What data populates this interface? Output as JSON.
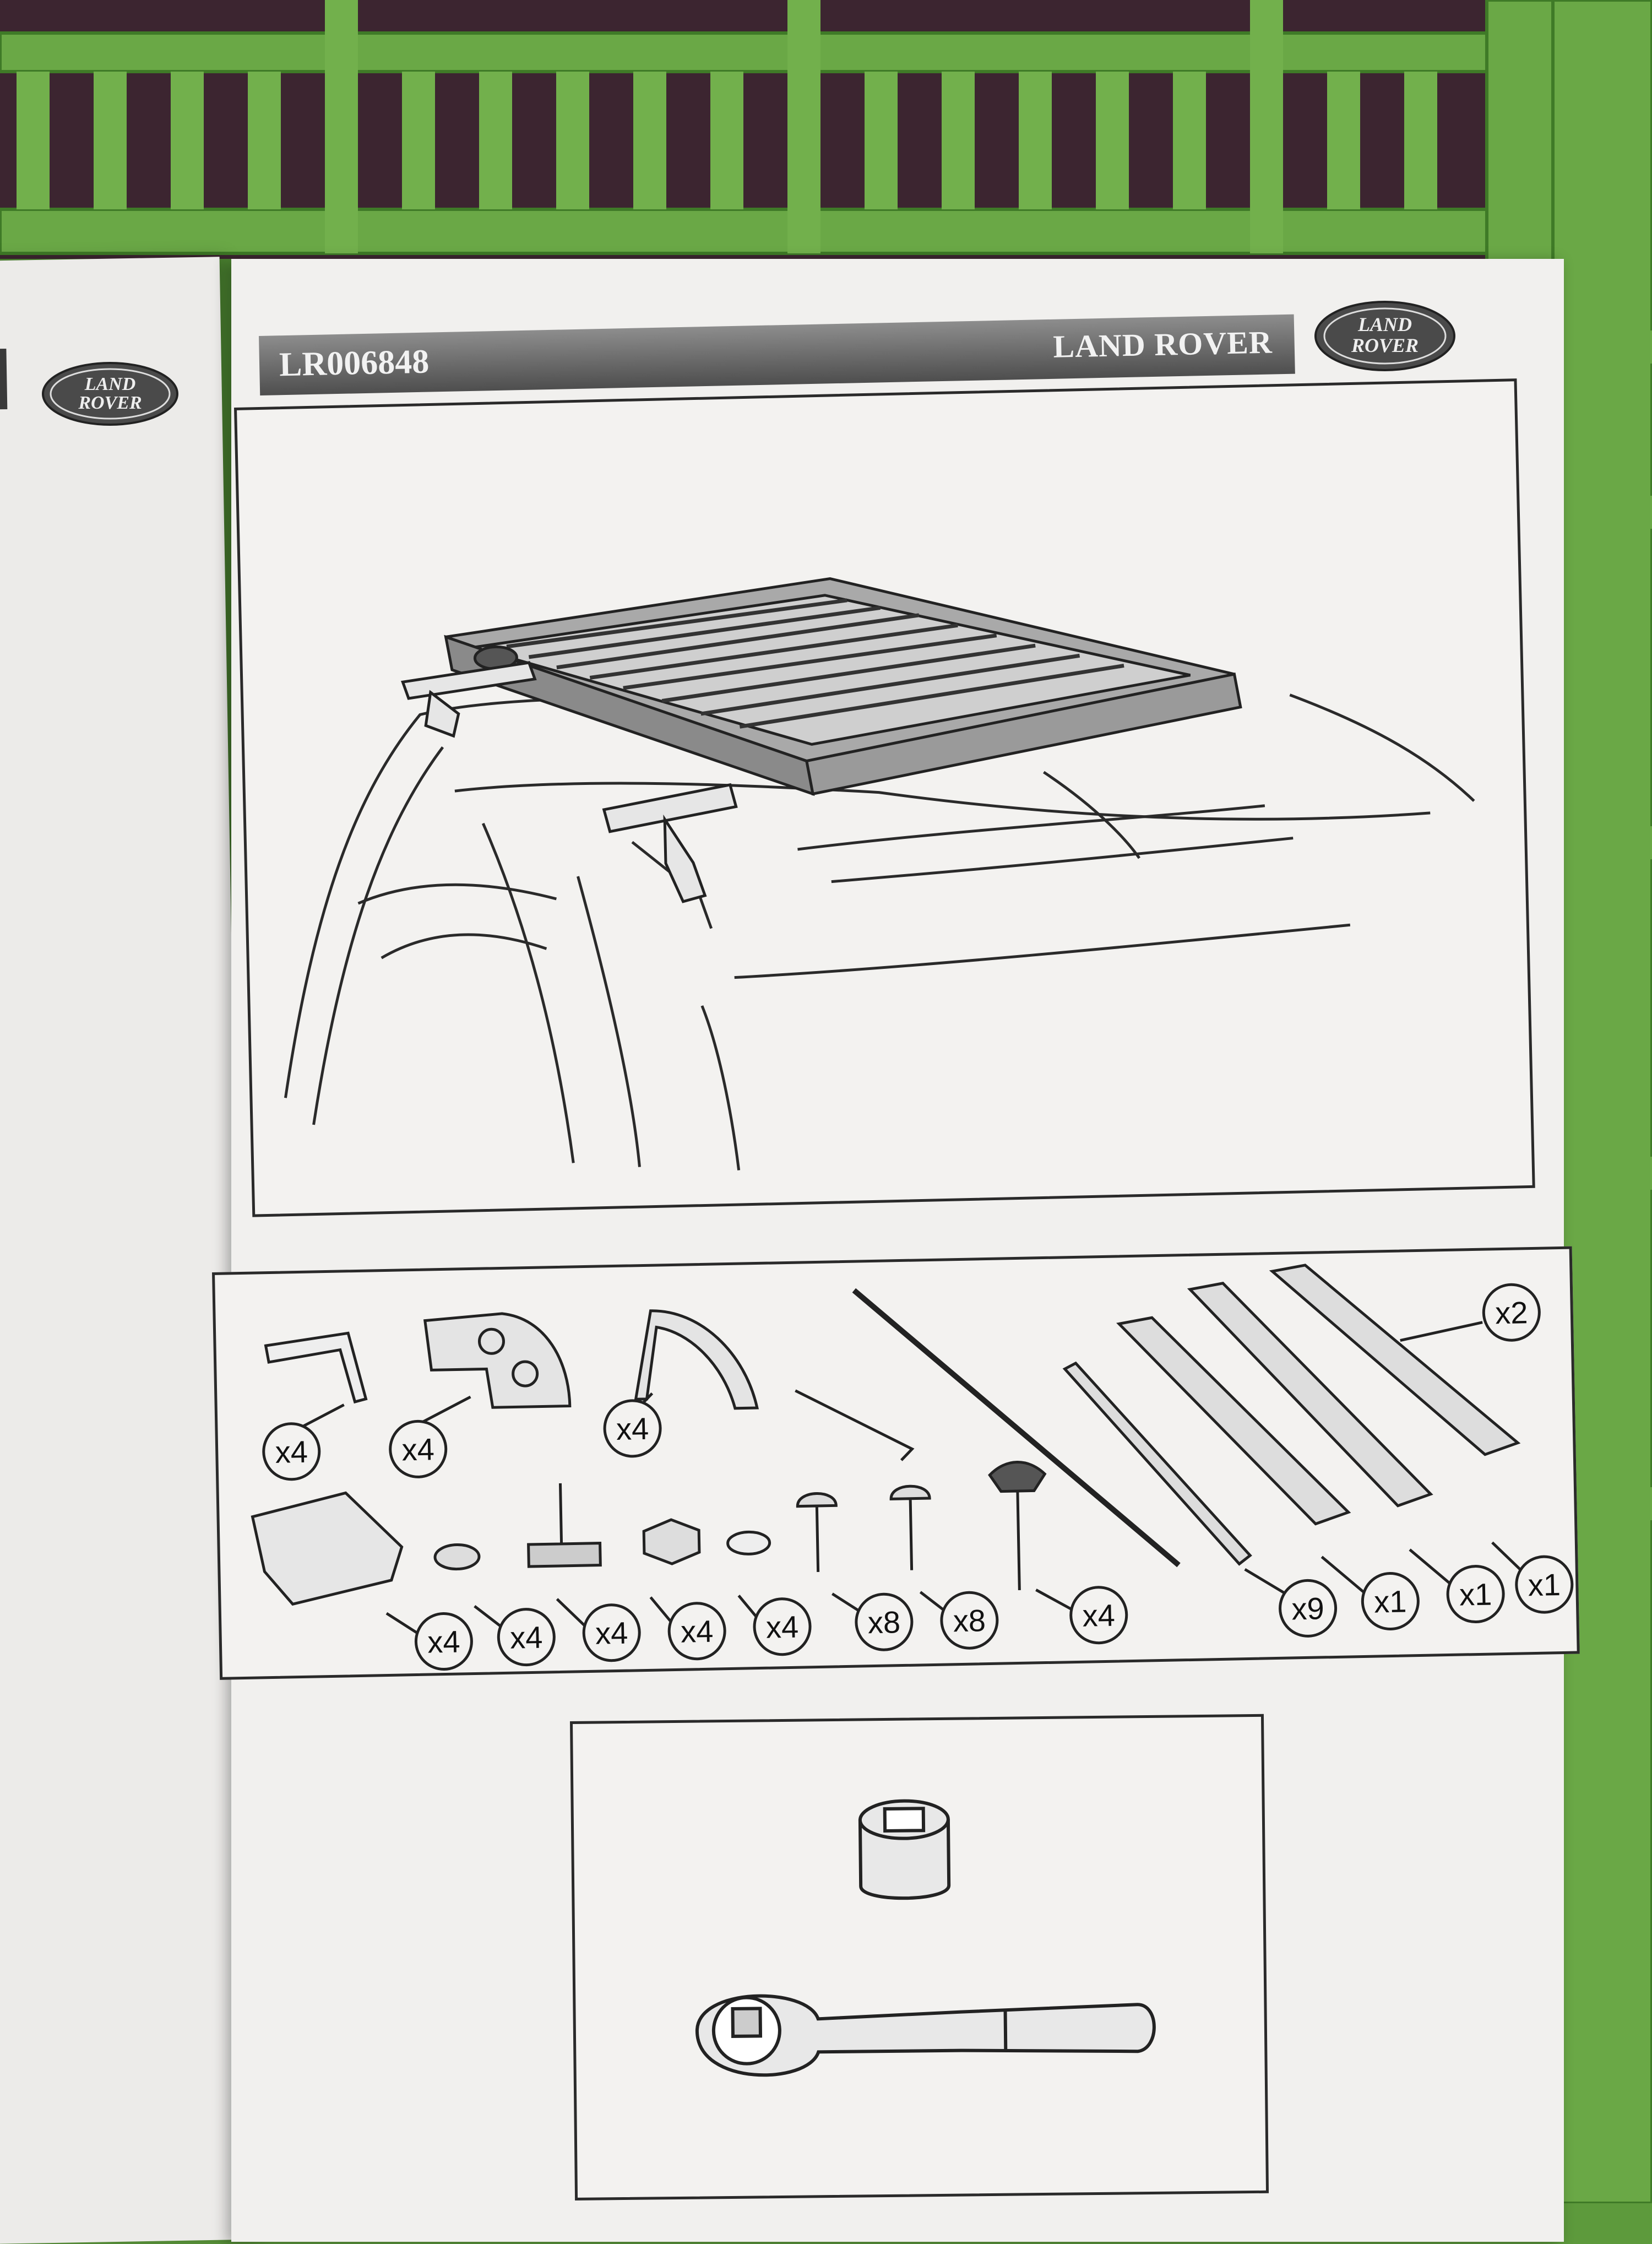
{
  "document": {
    "part_number": "LR006848",
    "brand": "LAND ROVER",
    "logo_text": [
      "LAND",
      "ROVER"
    ]
  },
  "parts": {
    "row1_quantities": [
      "x4",
      "x4",
      "x4",
      "x2"
    ],
    "row2_quantities": [
      "x4",
      "x4",
      "x4",
      "x4",
      "x4",
      "x8",
      "x8",
      "x4",
      "x9",
      "x1",
      "x1",
      "x1"
    ]
  },
  "colors": {
    "crate_green": "#5d9a3c",
    "paper": "#f1f0ee",
    "header_bar": "#5a5a5a",
    "ink": "#222222"
  }
}
